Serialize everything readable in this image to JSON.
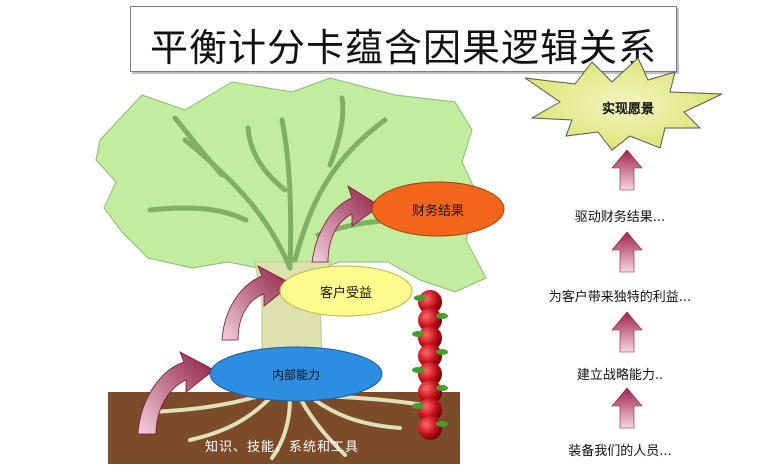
{
  "title": "平衡计分卡蕴含因果逻辑关系",
  "tree": {
    "finance": "财务结果",
    "customer": "客户受益",
    "internal": "内部能力",
    "foundation": "知识、技能、系统和工具"
  },
  "chain": {
    "vision": "实现愿景",
    "step4": "驱动财务结果...",
    "step3": "为客户带来独特的利益...",
    "step2": "建立战略能力..",
    "step1": "装备我们的人员..."
  }
}
